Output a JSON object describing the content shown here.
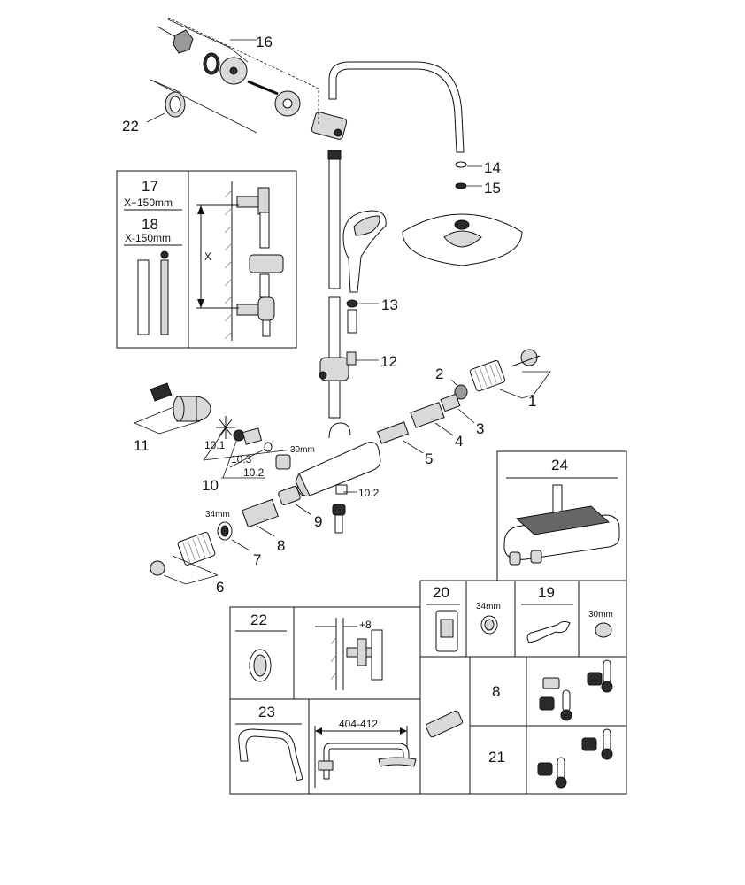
{
  "callouts": {
    "c1": "1",
    "c2": "2",
    "c3": "3",
    "c4": "4",
    "c5": "5",
    "c6": "6",
    "c7": "7",
    "c8": "8",
    "c9": "9",
    "c10": "10",
    "c10_1": "10.1",
    "c10_2a": "10.2",
    "c10_2b": "10.2",
    "c10_3": "10.3",
    "c11": "11",
    "c12": "12",
    "c13": "13",
    "c14": "14",
    "c15": "15",
    "c16": "16",
    "c22": "22"
  },
  "dimensions": {
    "nut_30mm": "30mm",
    "nut_34mm": "34mm"
  },
  "rail_box": {
    "title_17": "17",
    "length_17": "X+150mm",
    "title_18": "18",
    "length_18": "X-150mm",
    "dim_x": "X"
  },
  "panel_24": {
    "title": "24"
  },
  "panel_20": {
    "title": "20",
    "size": "34mm"
  },
  "panel_19": {
    "title": "19",
    "size": "30mm"
  },
  "panel_22": {
    "title": "22",
    "offset": "+8"
  },
  "panel_23": {
    "title": "23",
    "range": "404-412"
  },
  "panel_8_21": {
    "row_8": "8",
    "row_21": "21"
  }
}
